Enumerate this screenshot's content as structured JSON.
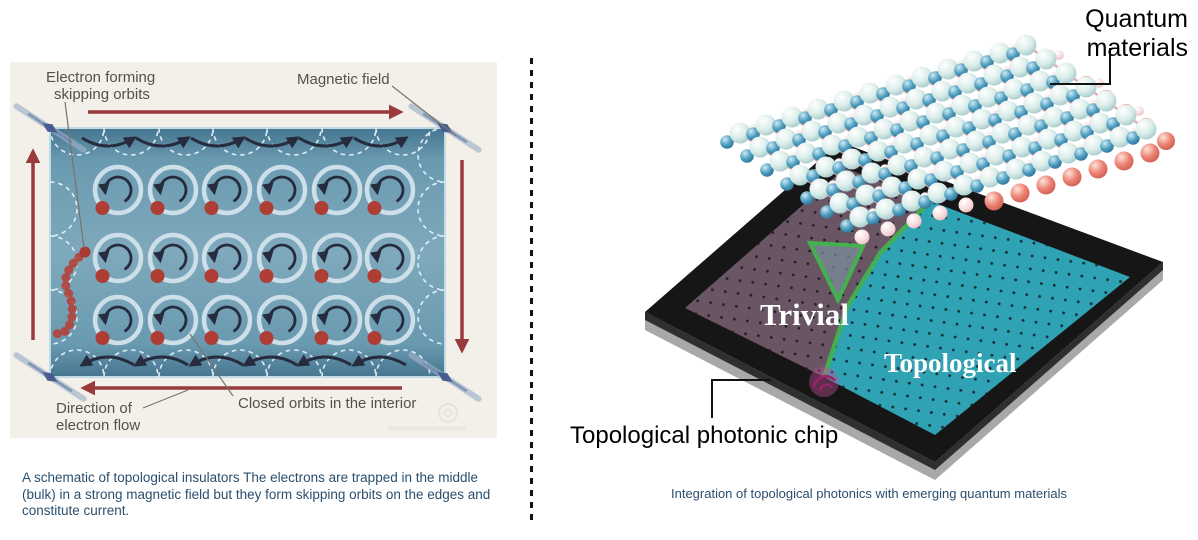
{
  "left_figure": {
    "label_electron_forming_line1": "Electron forming",
    "label_electron_forming_line2": "skipping orbits",
    "label_magnetic_field": "Magnetic field",
    "label_closed_orbits": "Closed orbits in the interior",
    "label_direction_line1": "Direction of",
    "label_direction_line2": "electron flow",
    "caption": "A schematic of topological insulators  The electrons are trapped in the middle (bulk) in a strong magnetic field but they form skipping orbits on the edges and constitute current.",
    "colors": {
      "background": "#f3f0e9",
      "panel_blue": "#7fa9bc",
      "arrow_red": "#993b3c",
      "electron_dot_red": "#ad3d35",
      "orbit_ring": "#cddfe8",
      "curl_navy": "#262b3e",
      "label_text": "#54504a",
      "caption_text": "#2b4f6e"
    }
  },
  "right_figure": {
    "label_quantum_materials": "Quantum materials",
    "label_chip": "Topological photonic chip",
    "region_trivial": "Trivial",
    "region_topological": "Topological",
    "caption": "Integration of topological photonics with emerging quantum materials",
    "colors": {
      "chip_top": "#161616",
      "chip_side": "#a6a8aa",
      "chip_band": "#2e2f31",
      "trivial_region": "#6a5565",
      "topological_region": "#2fa2b4",
      "boundary_green": "#43b14e",
      "defect_magenta": "#c84f9a",
      "bond_pink": "#eba3a8",
      "label_text": "#000000",
      "caption_text": "#2b4f6e"
    }
  }
}
